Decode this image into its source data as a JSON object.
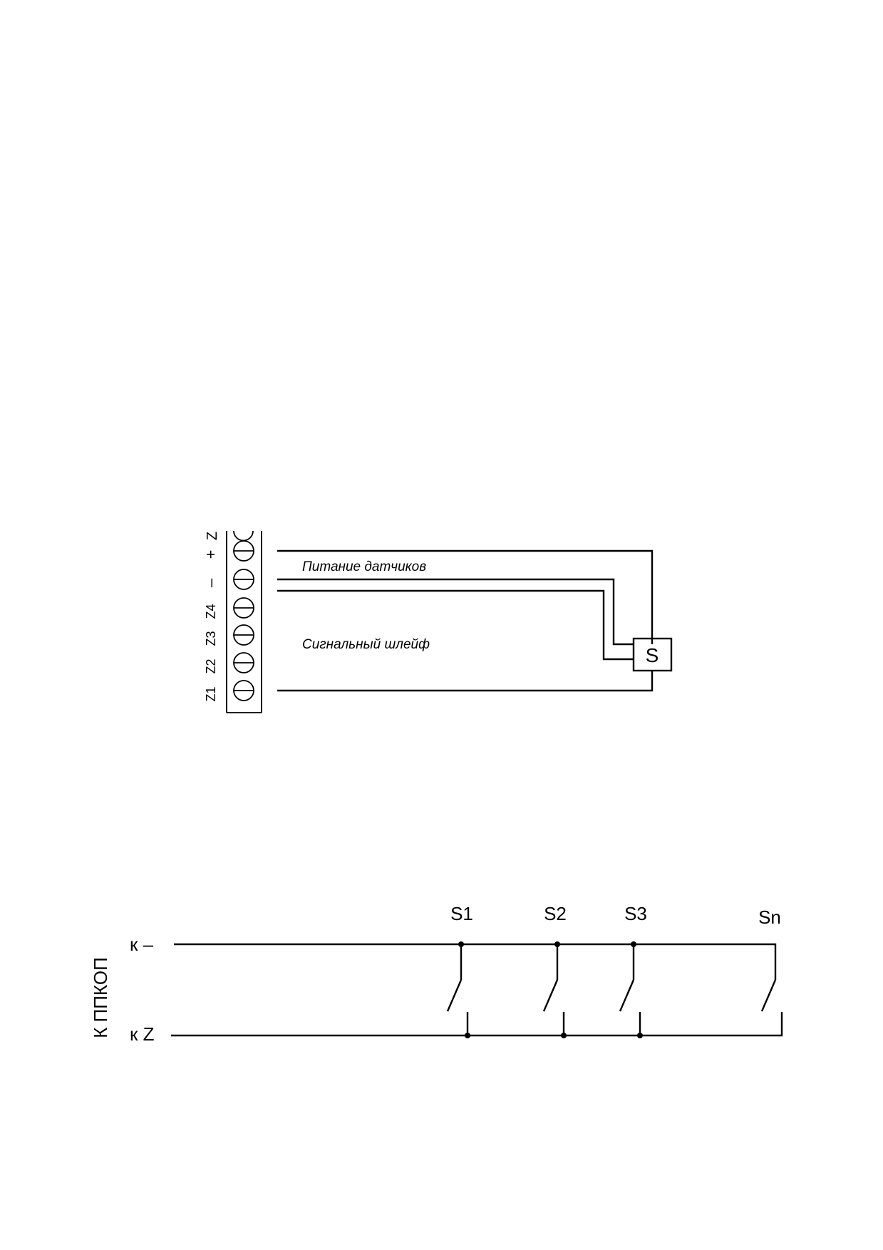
{
  "terminal_block": {
    "labels": [
      "Z",
      "+",
      "–",
      "Z4",
      "Z3",
      "Z2",
      "Z1"
    ]
  },
  "top_diagram": {
    "power_label": "Питание датчиков",
    "signal_label": "Сигнальный шлейф",
    "sensor_label": "S"
  },
  "bottom_diagram": {
    "side_label": "К ППКОП",
    "minus_label": "к –",
    "z_label": "к Z",
    "switches": [
      "S1",
      "S2",
      "S3",
      "Sn"
    ]
  }
}
